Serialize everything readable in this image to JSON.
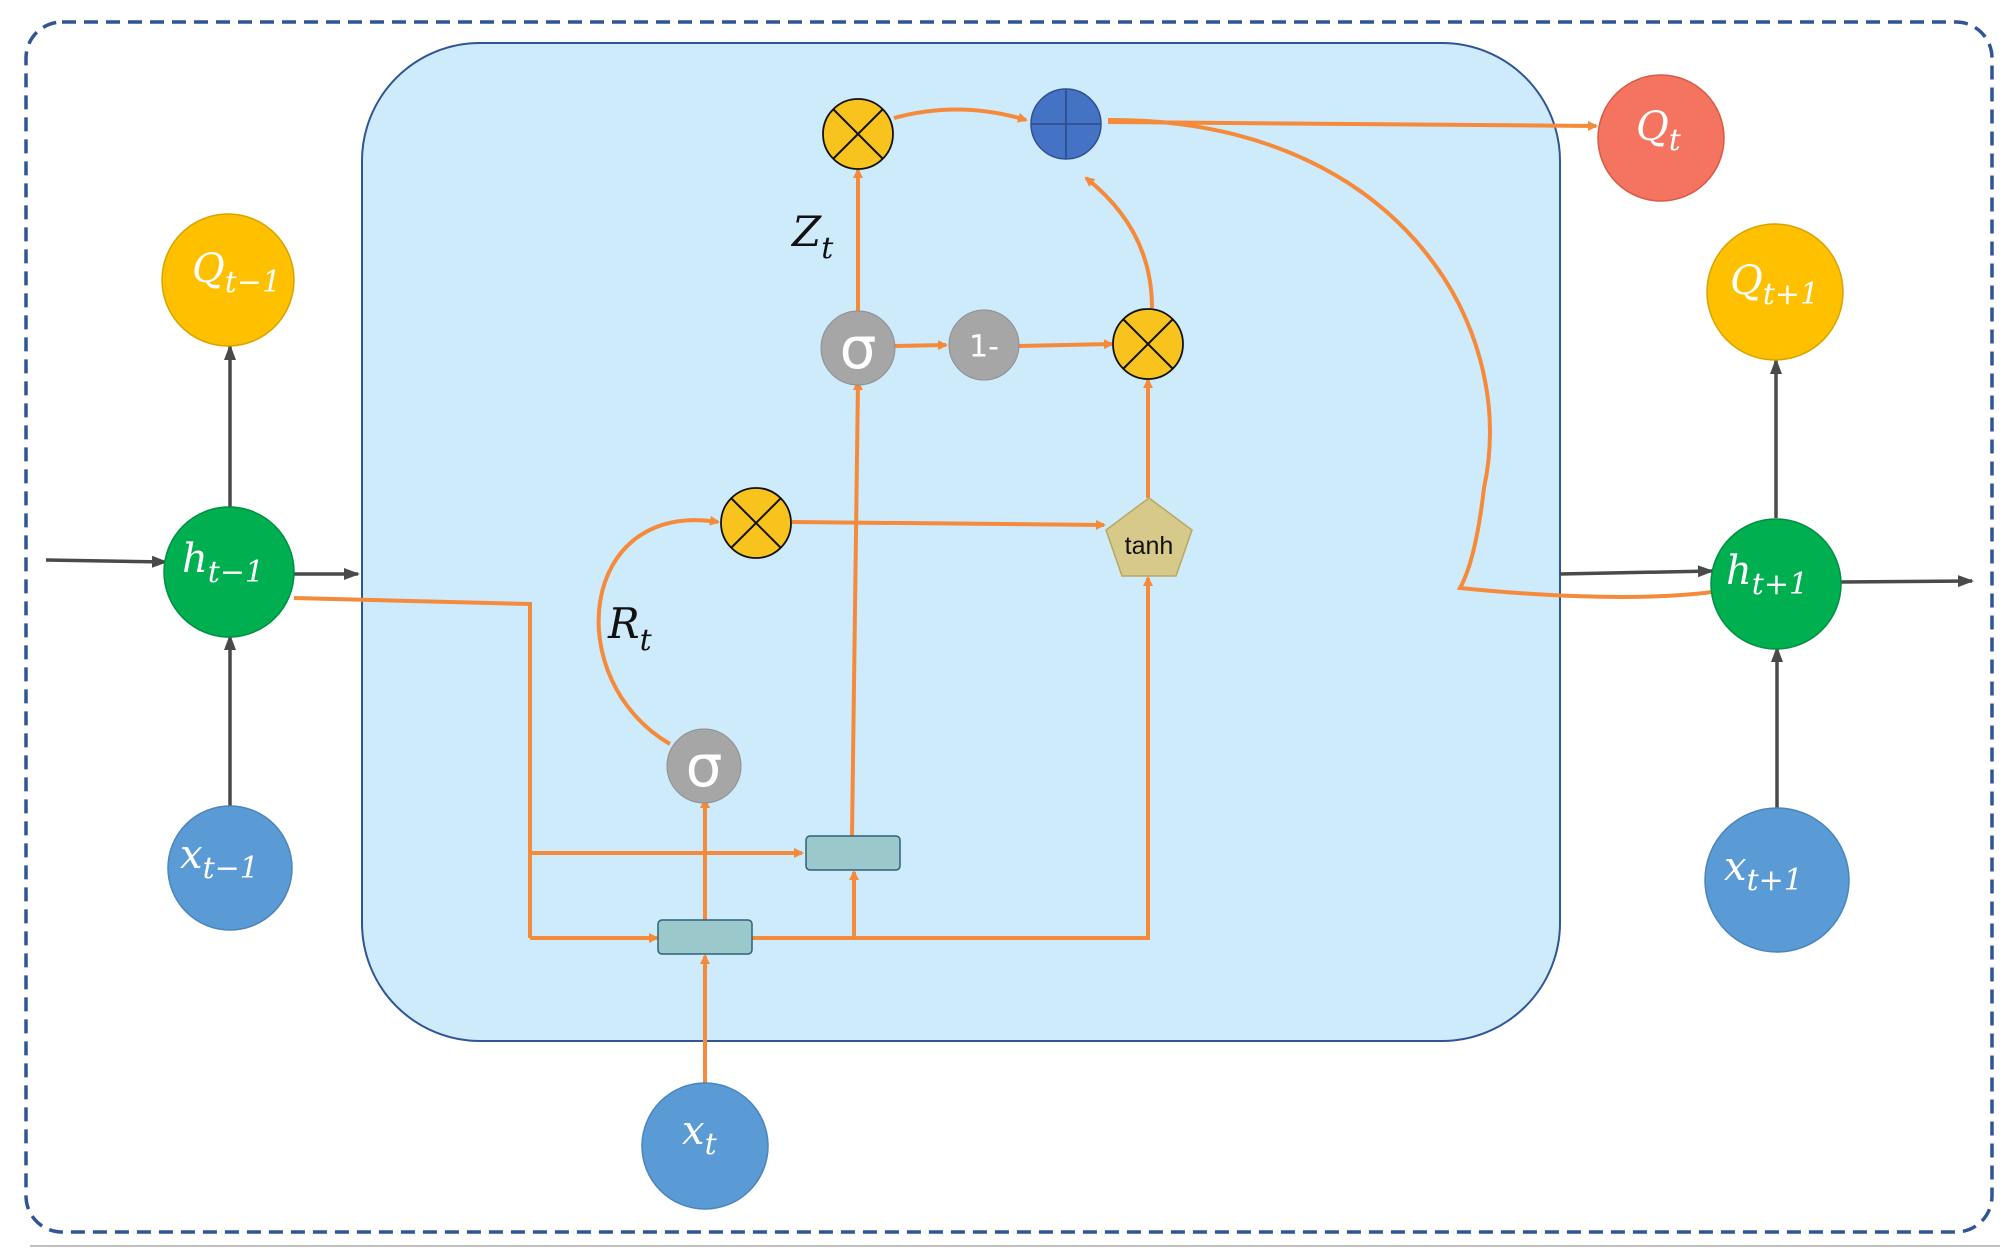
{
  "colors": {
    "cell_fill": "#CDEBFB",
    "cell_stroke": "#2F5597",
    "frame_stroke": "#2F5597",
    "orange": "#F58A3A",
    "gray_arrow": "#4A4A4A",
    "hidden_green": "#00B050",
    "output_yellow": "#FFC000",
    "output_red": "#F4745F",
    "input_blue": "#5B9BD5",
    "sigma_gray": "#A6A6A6",
    "multiply_yellow": "#F8C31C",
    "add_blue": "#4472C4",
    "tanh_tan": "#D6C98A",
    "concat_teal": "#9BC8CB"
  },
  "nodes": {
    "q_prev": {
      "base": "Q",
      "sub": "t−1"
    },
    "h_prev": {
      "base": "h",
      "sub": "t−1"
    },
    "x_prev": {
      "base": "x",
      "sub": "t−1"
    },
    "q_t": {
      "base": "Q",
      "sub": "t"
    },
    "x_t": {
      "base": "x",
      "sub": "t"
    },
    "q_next": {
      "base": "Q",
      "sub": "t+1"
    },
    "h_next": {
      "base": "h",
      "sub": "t+1"
    },
    "x_next": {
      "base": "x",
      "sub": "t+1"
    }
  },
  "gates": {
    "sigma_reset": "σ",
    "sigma_update": "σ",
    "one_minus": "1-",
    "tanh": "tanh"
  },
  "labels": {
    "z_gate": {
      "base": "Z",
      "sub": "t"
    },
    "r_gate": {
      "base": "R",
      "sub": "t"
    }
  },
  "icons": {
    "multiply": "circle-times-icon",
    "add": "circle-plus-icon"
  }
}
